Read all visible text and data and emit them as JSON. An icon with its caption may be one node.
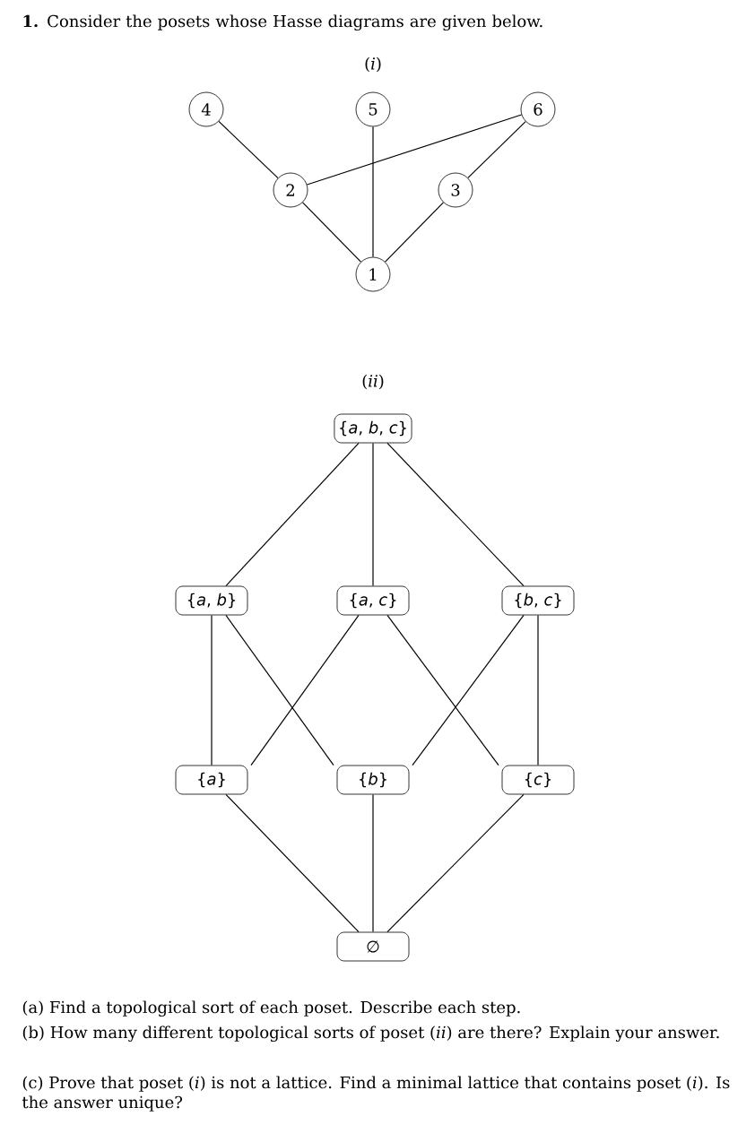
{
  "diagram": {
    "title": "**1.** Consider the posets whose Hasse diagrams are given below.",
    "nodes": [
      {
        "text": [
          "4"
        ]
      },
      {
        "text": [
          "5"
        ]
      },
      {
        "text": [
          "6"
        ]
      },
      {
        "text": [
          "2"
        ]
      },
      {
        "text": [
          "3"
        ]
      },
      {
        "text": [
          "1"
        ]
      },
      {
        "text": [
          "{*a*, *b*, *c*}"
        ]
      },
      {
        "text": [
          "{*a*, *b*}"
        ]
      },
      {
        "text": [
          "{*a*, *c*}"
        ]
      },
      {
        "text": [
          "{*b*, *c*}"
        ]
      },
      {
        "text": [
          "{*a*}"
        ]
      },
      {
        "text": [
          "{*b*}"
        ]
      },
      {
        "text": [
          "{*c*}"
        ]
      },
      {
        "text": [
          "∅"
        ]
      }
    ],
    "edges": [
      {
        "from": 0,
        "to": 3,
        "arrow": "none"
      },
      {
        "from": 1,
        "to": 5,
        "arrow": "none"
      },
      {
        "from": 2,
        "to": 3,
        "arrow": "none"
      },
      {
        "from": 2,
        "to": 4,
        "arrow": "none"
      },
      {
        "from": 3,
        "to": 5,
        "arrow": "none"
      },
      {
        "from": 4,
        "to": 5,
        "arrow": "none"
      },
      {
        "from": 6,
        "to": 7,
        "arrow": "none"
      },
      {
        "from": 6,
        "to": 8,
        "arrow": "none"
      },
      {
        "from": 6,
        "to": 9,
        "arrow": "none"
      },
      {
        "from": 7,
        "to": 10,
        "arrow": "none"
      },
      {
        "from": 7,
        "to": 11,
        "arrow": "none"
      },
      {
        "from": 8,
        "to": 10,
        "arrow": "none"
      },
      {
        "from": 8,
        "to": 12,
        "arrow": "none"
      },
      {
        "from": 9,
        "to": 11,
        "arrow": "none"
      },
      {
        "from": 9,
        "to": 12,
        "arrow": "none"
      },
      {
        "from": 10,
        "to": 13,
        "arrow": "none"
      },
      {
        "from": 11,
        "to": 13,
        "arrow": "none"
      },
      {
        "from": 12,
        "to": 13,
        "arrow": "none"
      }
    ],
    "labels": [
      "(*i*)",
      "(*ii*)",
      "(a) Find a topological sort of each poset. Describe each step.",
      "(b) How many different topological sorts of poset (*ii*) are there? Explain your answer.",
      "(c) Prove that poset (*i*) is not a lattice. Find a minimal lattice that contains poset (*i*). Is the answer unique?"
    ]
  }
}
